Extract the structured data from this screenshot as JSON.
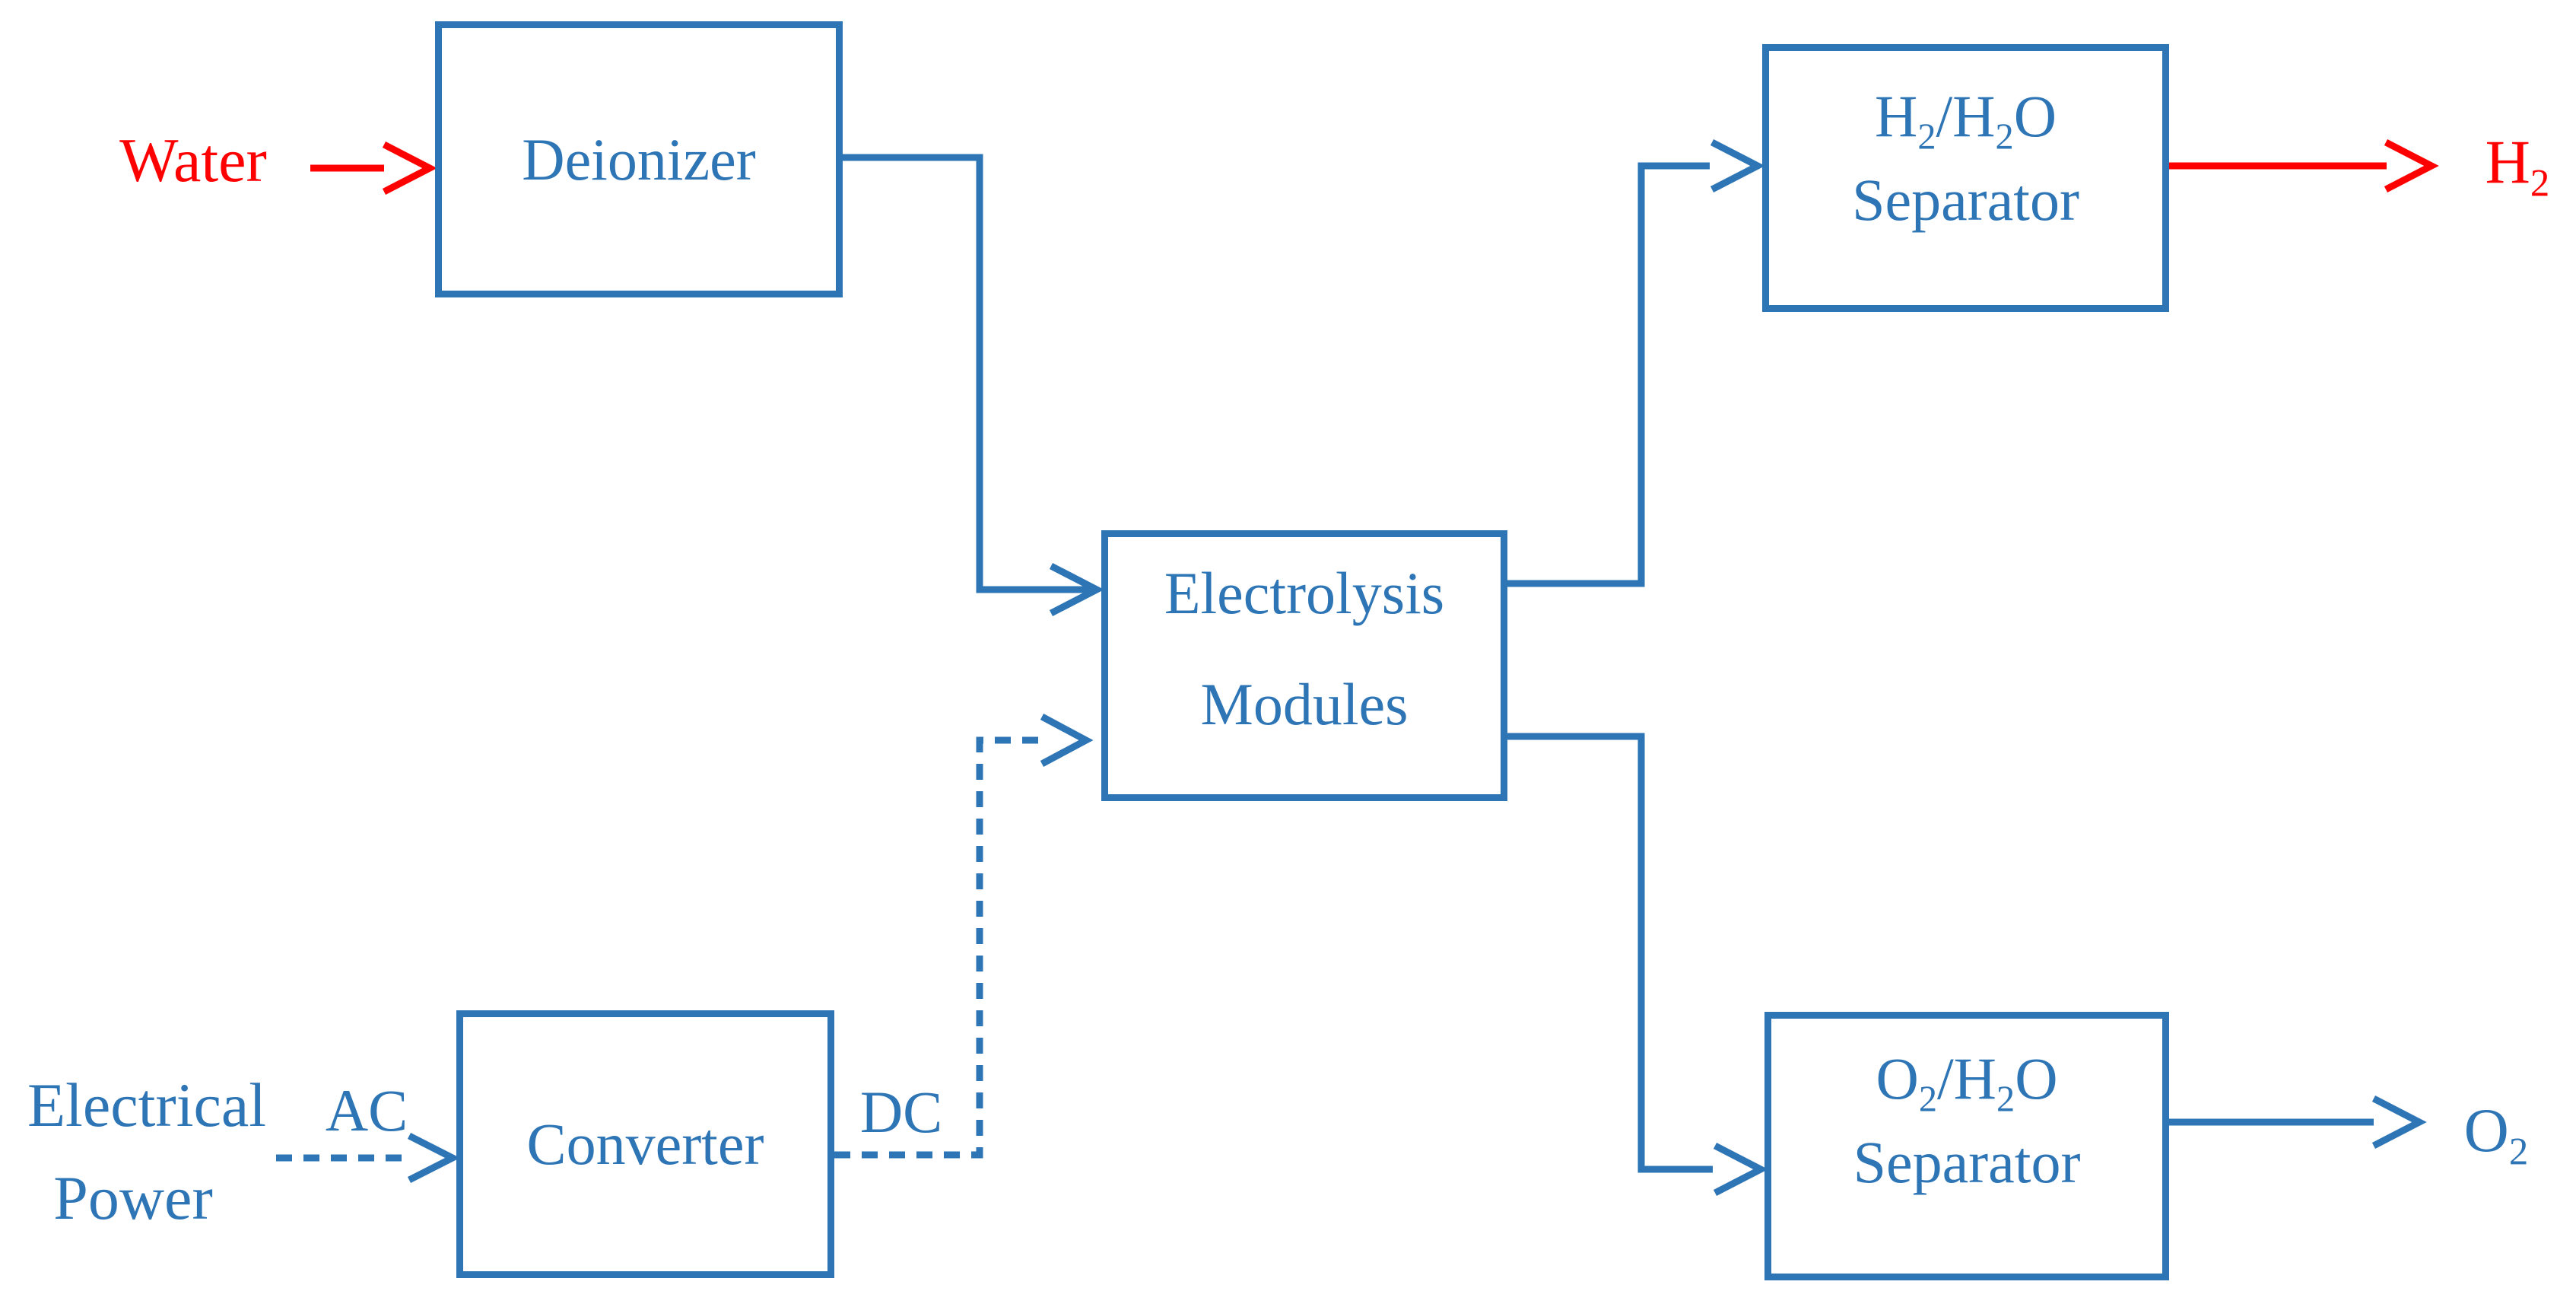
{
  "colors": {
    "blue": "#2E75B6",
    "red": "#FF0000",
    "background": "#FFFFFF"
  },
  "boxes": {
    "deionizer": {
      "label": "Deionizer"
    },
    "electrolysis": {
      "line1": "Electrolysis",
      "line2": "Modules"
    },
    "converter": {
      "label": "Converter"
    },
    "h2_separator": {
      "line1": "H_2/H_2O",
      "line2": "Separator"
    },
    "o2_separator": {
      "line1": "O_2/H_2O",
      "line2": "Separator"
    }
  },
  "labels": {
    "water": "Water",
    "electrical_power_line1": "Electrical",
    "electrical_power_line2": "Power",
    "ac": "AC",
    "dc": "DC",
    "h2_output": "H_2",
    "o2_output": "O_2"
  }
}
